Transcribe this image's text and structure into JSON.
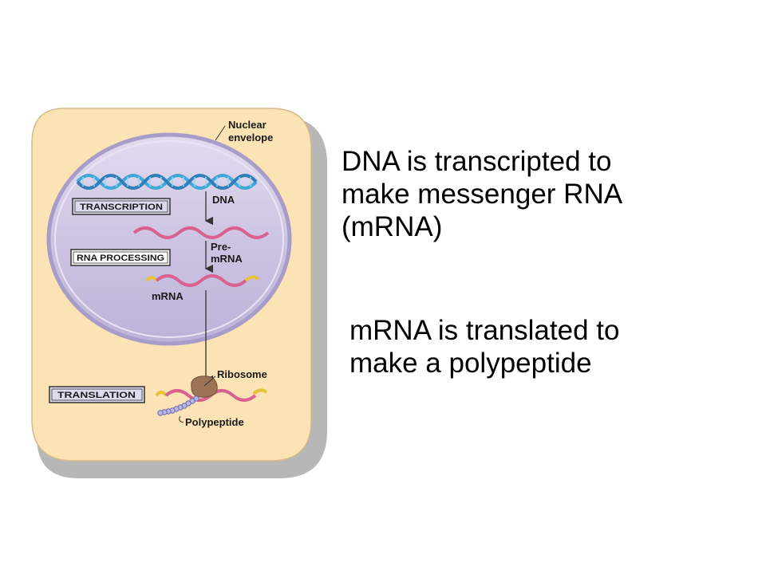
{
  "diagram": {
    "labels": {
      "nuclear_envelope": "Nuclear\nenvelope",
      "dna": "DNA",
      "pre_mrna": "Pre-\nmRNA",
      "mrna": "mRNA",
      "ribosome": "Ribosome",
      "polypeptide": "Polypeptide"
    },
    "boxes": {
      "transcription": "TRANSCRIPTION",
      "rna_processing": "RNA PROCESSING",
      "translation": "TRANSLATION"
    },
    "colors": {
      "cell_fill": "#fbe3b5",
      "cell_shadow": "#b7b7b7",
      "nucleus_fill": "#cdc4e2",
      "nucleus_border": "#a89cc8",
      "dna_strand": "#3fa8d6",
      "rna_strand": "#d9608f",
      "cap_tail": "#e6c33a",
      "ribosome": "#9b7355",
      "polypeptide_bead": "#b9b6e6"
    }
  },
  "captions": {
    "transcription": "DNA is transcripted to\nmake messenger RNA\n(mRNA)",
    "translation": "mRNA is translated to\nmake a polypeptide"
  }
}
